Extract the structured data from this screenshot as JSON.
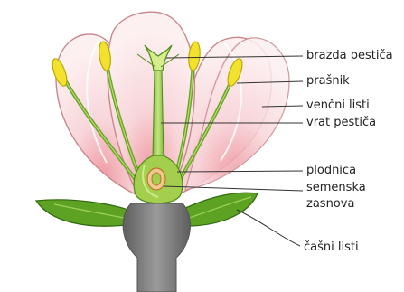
{
  "labels": {
    "stigma": "brazda pestiča",
    "anther": "prašnik",
    "petals": "venčni listi",
    "style": "vrat pestiča",
    "ovary": "plodnica",
    "ovule_line1": "semenska",
    "ovule_line2": "zasnova",
    "sepals": "čašni listi"
  },
  "colors": {
    "petal_fill": "#f6d3d6",
    "petal_stroke": "#c9878c",
    "petal_edge": "#ffffff",
    "petal_base": "#f0a7ae",
    "green": "#7ab52f",
    "green_dark": "#3f7d12",
    "green_light": "#b9dc6c",
    "anther": "#f2e12e",
    "anther_stroke": "#bfa800",
    "receptacle": "#7b7b7b",
    "ovary_fill": "#a4cf4e",
    "ovule": "#f1c890",
    "leader_line": "#333333"
  }
}
